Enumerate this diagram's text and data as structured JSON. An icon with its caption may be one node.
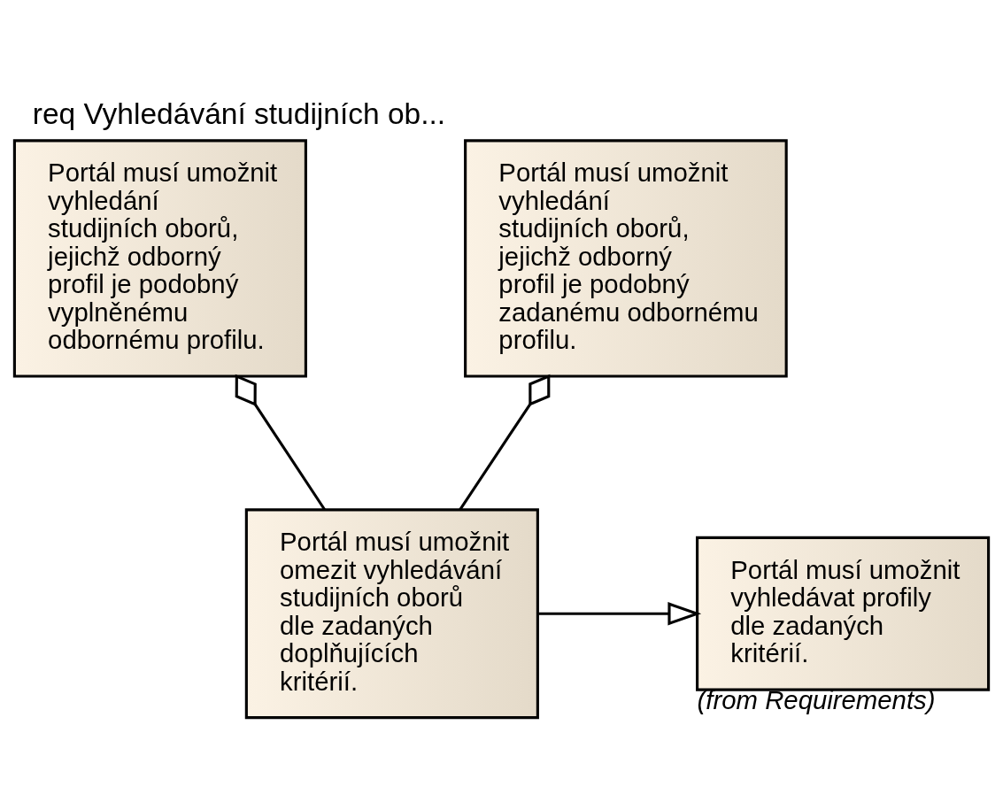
{
  "diagram": {
    "title": "req Vyhledávání studijních ob...",
    "nodes": [
      {
        "text": [
          "Portál musí umožnit vyhledání studijních oborů, jejichž odborný profil je podobný vyplněnému odbornému profilu."
        ]
      },
      {
        "text": [
          "Portál musí umožnit vyhledání studijních oborů, jejichž odborný profil je podobný zadanému odbornému profilu."
        ]
      },
      {
        "text": [
          "Portál musí umožnit vyhledávat profily dle zadaných kritérií."
        ],
        "beside": [
          "(from Requirements)"
        ]
      },
      {
        "text": [
          "Portál musí umožnit omezit vyhledávání studijních oborů dle zadaných doplňujících kritérií."
        ]
      }
    ],
    "edges": [
      {
        "from": 3,
        "to": 0,
        "arrow": "other"
      },
      {
        "from": 3,
        "to": 1,
        "arrow": "other"
      },
      {
        "from": 3,
        "to": 2,
        "arrow": "to"
      }
    ]
  }
}
